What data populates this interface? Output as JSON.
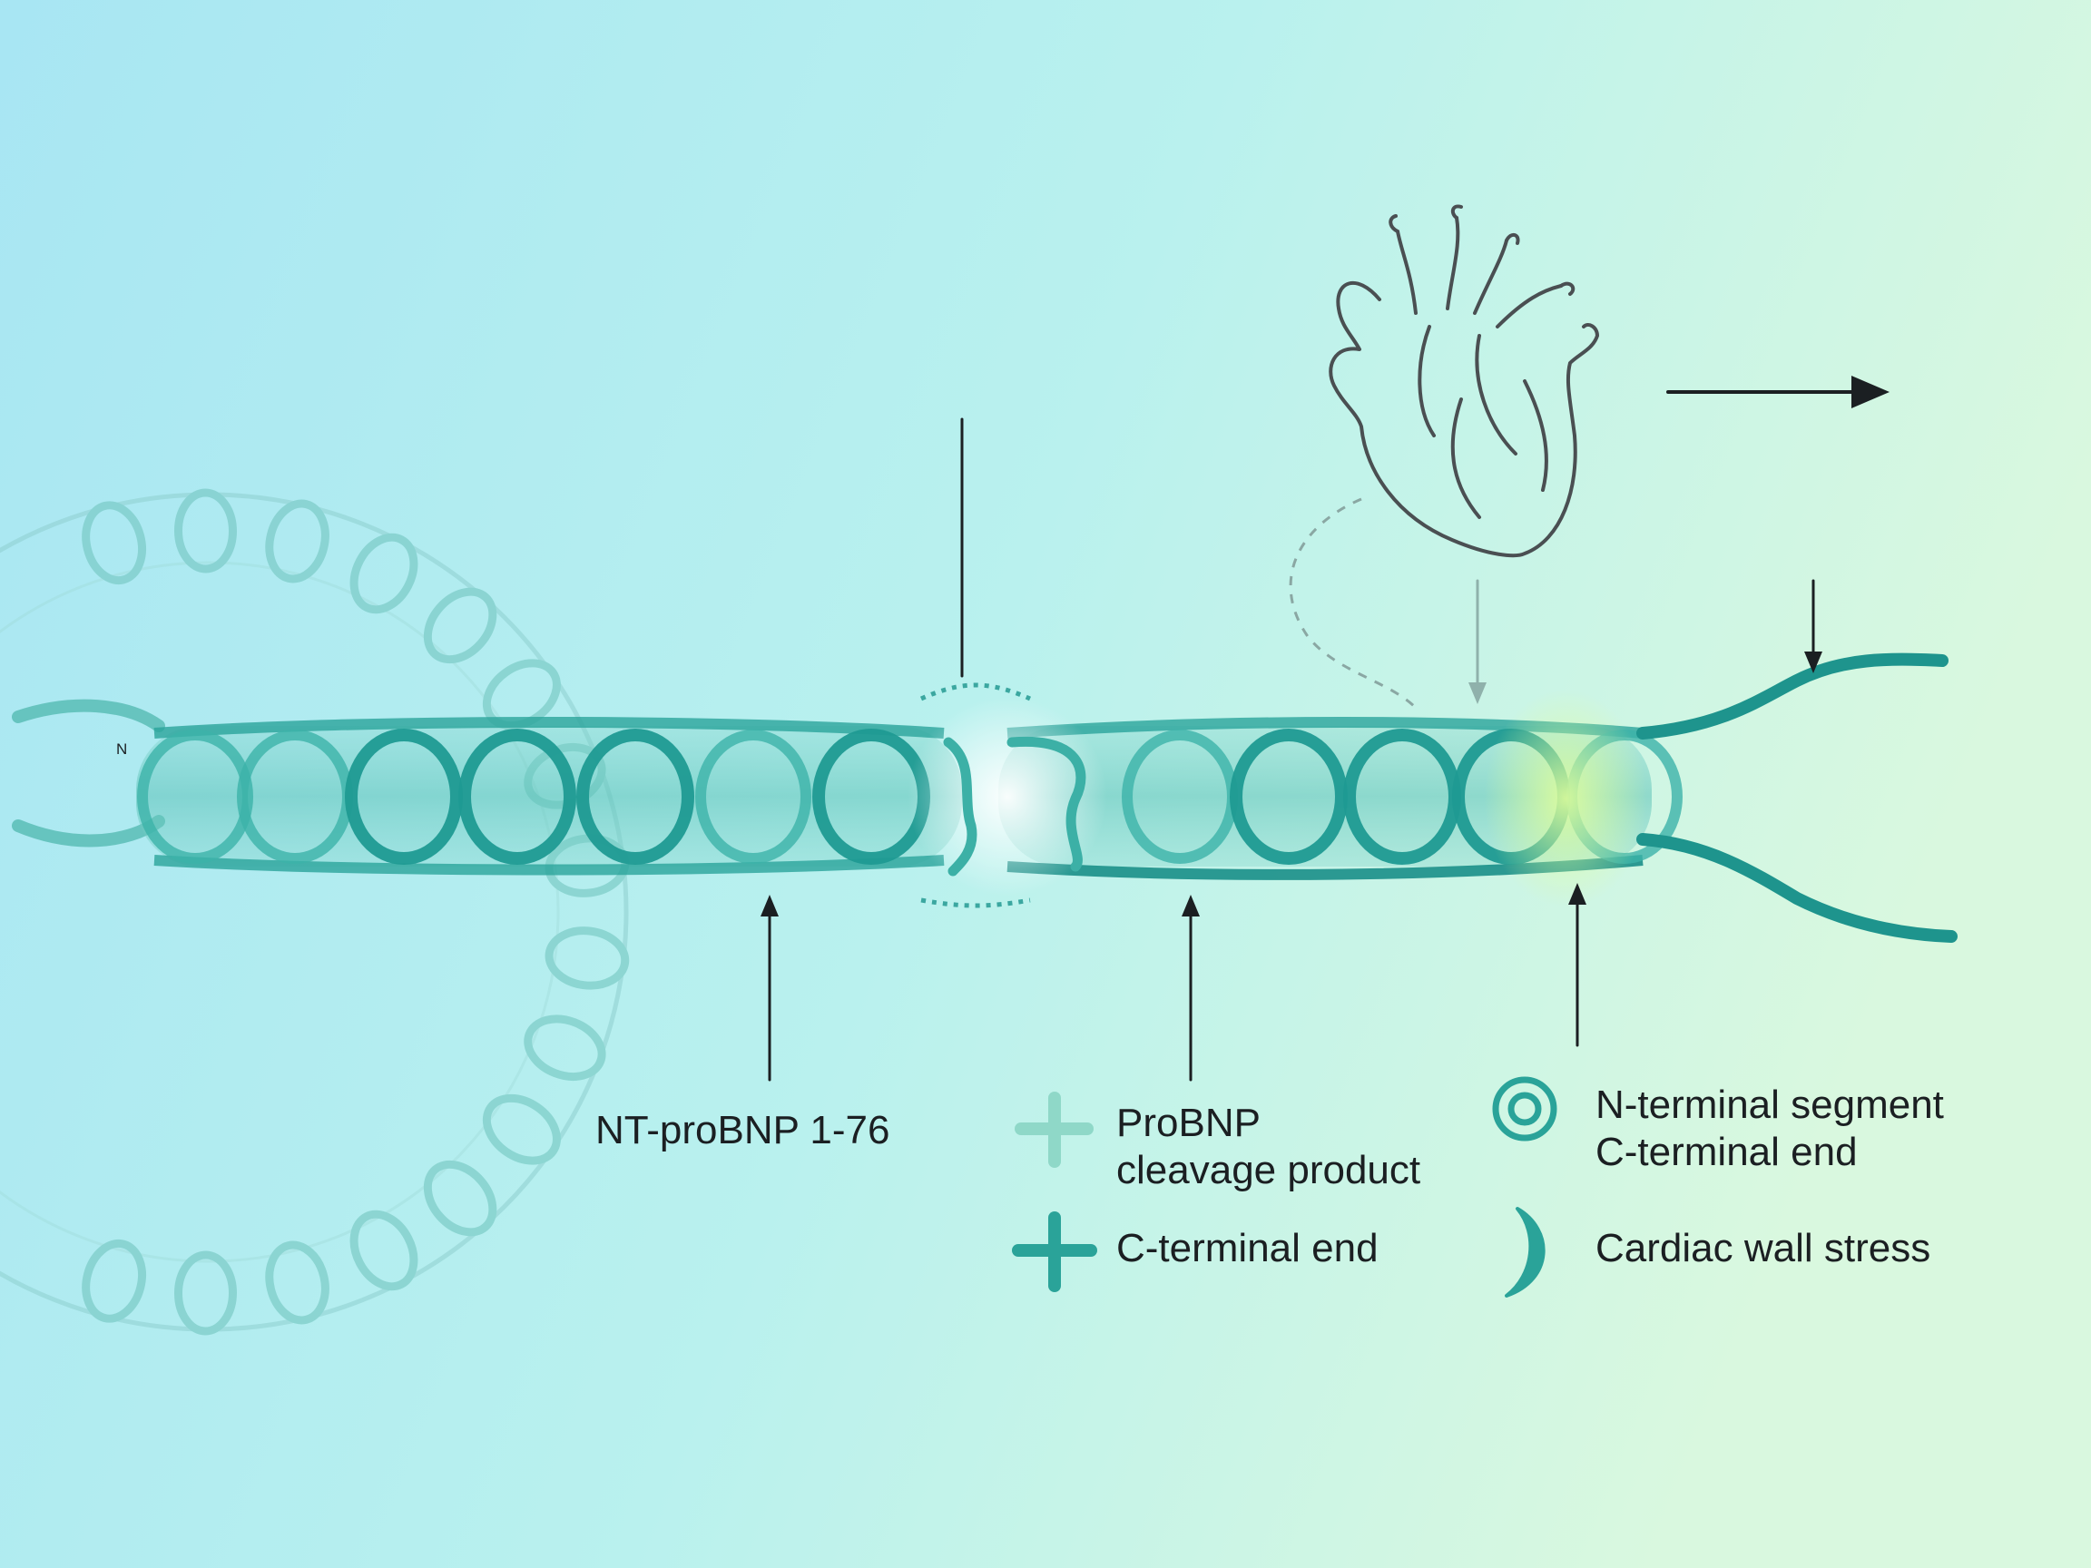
{
  "labels": {
    "n_terminus": "N",
    "fragment": "NT-proBNP 1-76"
  },
  "legend": {
    "items": [
      {
        "icon": "plus-light-icon",
        "lines": [
          "ProBNP",
          "cleavage product"
        ]
      },
      {
        "icon": "plus-dark-icon",
        "lines": [
          "C-terminal end"
        ]
      },
      {
        "icon": "concentric-rings-icon",
        "lines": [
          "N-terminal segment",
          "C-terminal end"
        ]
      },
      {
        "icon": "crescent-icon",
        "lines": [
          "Cardiac wall stress"
        ]
      }
    ]
  },
  "colors": {
    "bg_left": "#a9e8f2",
    "bg_mid": "#b8f0ee",
    "bg_right": "#d6f8e0",
    "teal_dark": "#1e9a94",
    "teal_mid": "#3bb5ab",
    "teal_light": "#8fd8d0",
    "outline": "#4a4f52",
    "arrow": "#1b1f22"
  }
}
